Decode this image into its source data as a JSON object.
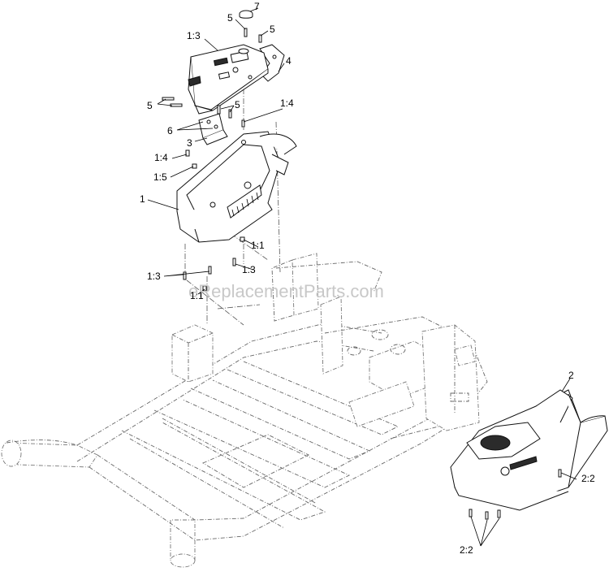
{
  "watermark": "eReplacementParts.com",
  "callouts": {
    "c7": "7",
    "c5a": "5",
    "c5b": "5",
    "c1_3a": "1:3",
    "c4": "4",
    "c5c": "5",
    "c5d": "5",
    "c1_4a": "1:4",
    "c6": "6",
    "c3": "3",
    "c1_4b": "1:4",
    "c1_5": "1:5",
    "c1": "1",
    "c1_1a": "1:1",
    "c1_3b": "1:3",
    "c1_3c": "1:3",
    "c1_1b": "1:1",
    "c2": "2",
    "c2_2a": "2:2",
    "c2_2b": "2:2"
  }
}
